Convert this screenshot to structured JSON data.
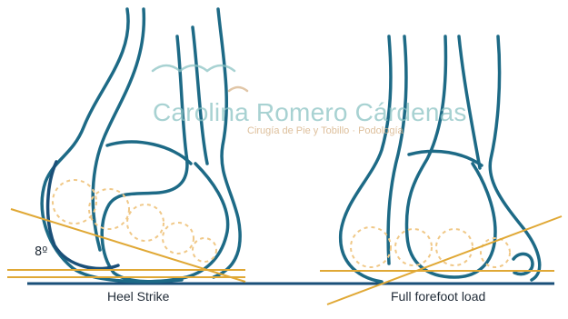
{
  "captions": {
    "left": "Heel Strike",
    "right": "Full forefoot load"
  },
  "angle_label": "8º",
  "watermark": {
    "name": "Carolina Romero Cárdenas",
    "subtitle": "Cirugía de Pie y Tobillo · Podología"
  },
  "colors": {
    "outline": "#1d6a86",
    "outline_dark": "#1a4f78",
    "lines": "#e0a835",
    "dashed": "#f0c887",
    "ground": "#1a4f78",
    "watermark": "#8cc3c4",
    "watermark_sub": "#d8b48a"
  }
}
